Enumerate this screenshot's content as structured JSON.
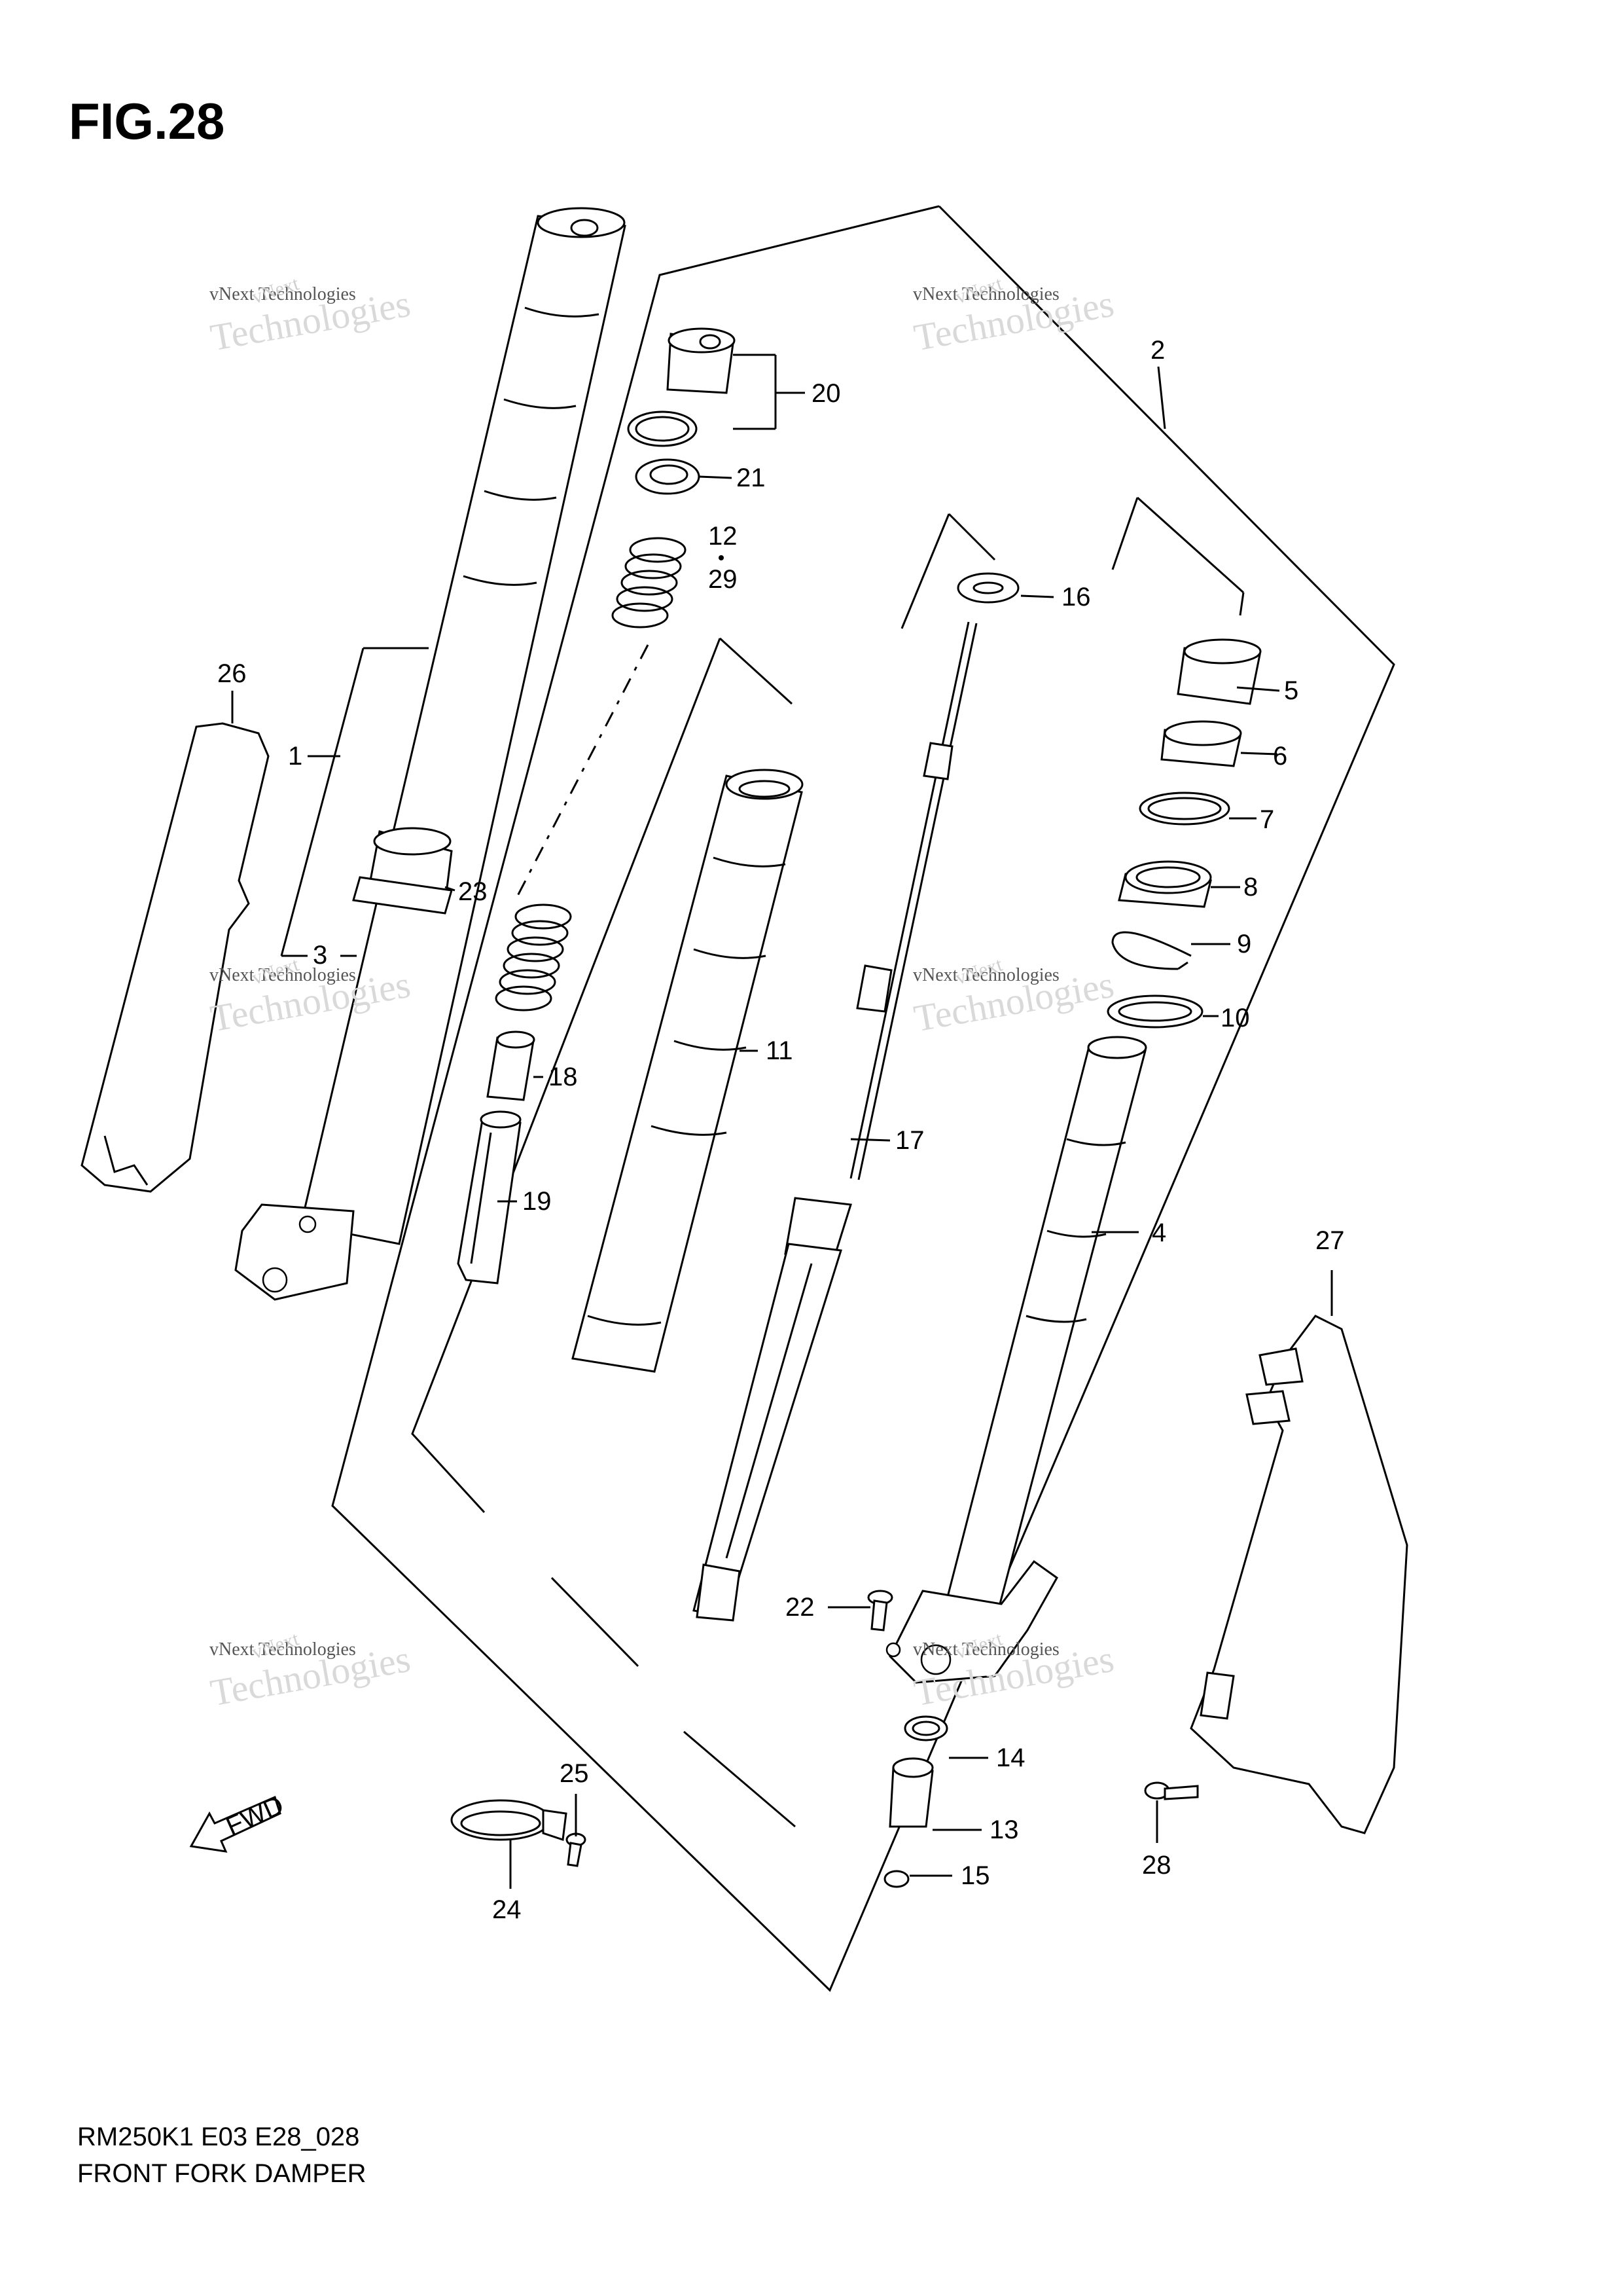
{
  "figure": {
    "title": "FIG.28",
    "model_code": "RM250K1 E03 E28_028",
    "caption": "FRONT FORK DAMPER"
  },
  "callouts": [
    "1",
    "2",
    "3",
    "4",
    "5",
    "6",
    "7",
    "8",
    "9",
    "10",
    "11",
    "12",
    "13",
    "14",
    "15",
    "16",
    "17",
    "18",
    "19",
    "20",
    "21",
    "22",
    "23",
    "24",
    "25",
    "26",
    "27",
    "28",
    "29"
  ],
  "fwd_arrow_label": "FWD",
  "watermark": {
    "line_a": "vNext",
    "line_b": "vNext Technologies",
    "line_c": "Technologies"
  }
}
